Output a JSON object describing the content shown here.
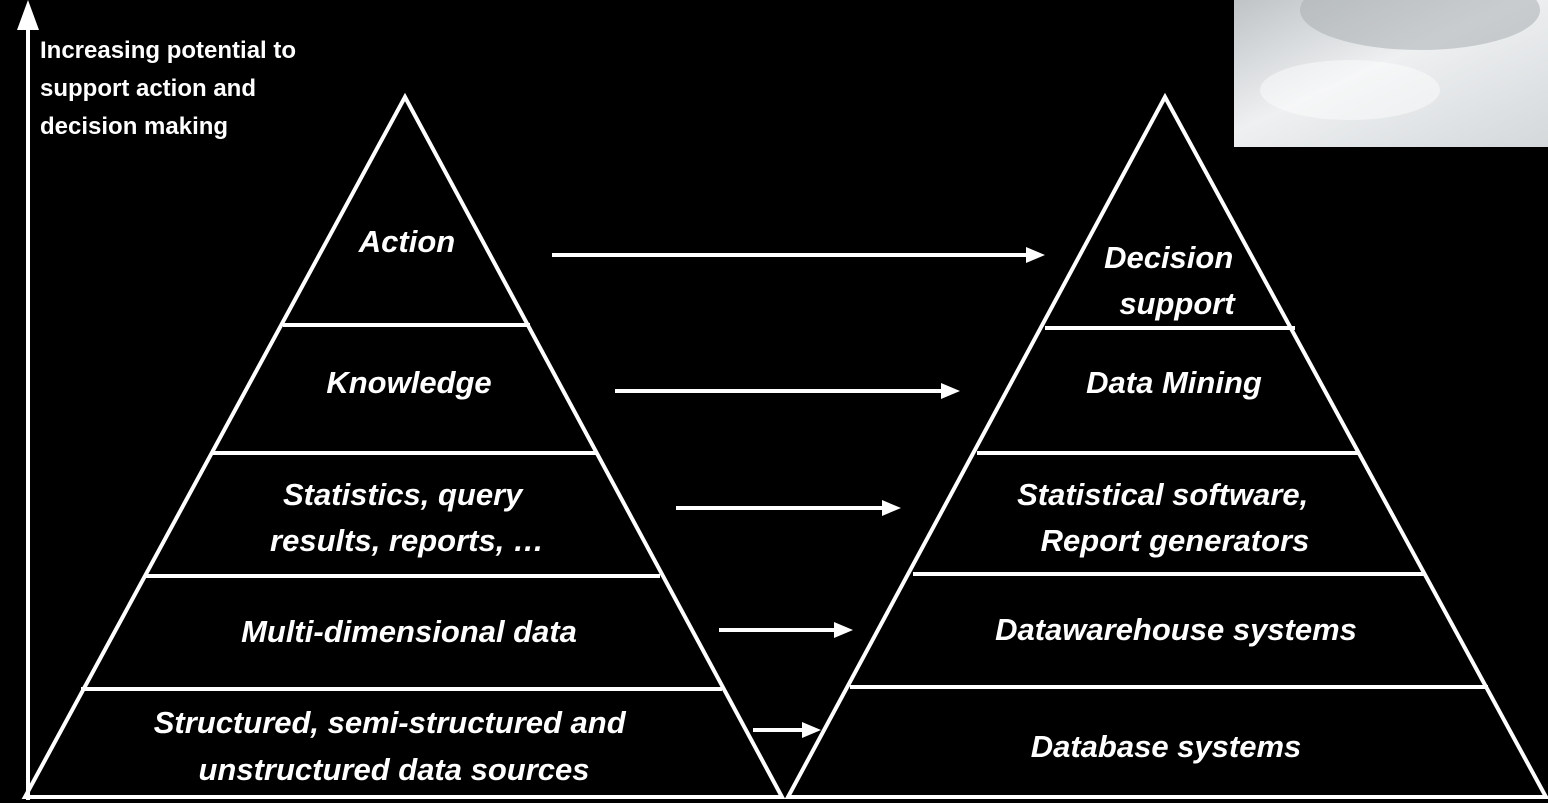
{
  "axis": {
    "label_lines": [
      "Increasing potential to",
      "support action and",
      "decision making"
    ]
  },
  "left_pyramid": {
    "layers": [
      {
        "lines": [
          "Action"
        ]
      },
      {
        "lines": [
          "Knowledge"
        ]
      },
      {
        "lines": [
          "Statistics, query",
          "results, reports, …"
        ]
      },
      {
        "lines": [
          "Multi-dimensional data"
        ]
      },
      {
        "lines": [
          "Structured, semi-structured and",
          "unstructured data sources"
        ]
      }
    ]
  },
  "right_pyramid": {
    "layers": [
      {
        "lines": [
          "Decision",
          "support"
        ]
      },
      {
        "lines": [
          "Data Mining"
        ]
      },
      {
        "lines": [
          "Statistical software,",
          "Report generators"
        ]
      },
      {
        "lines": [
          "Datawarehouse systems"
        ]
      },
      {
        "lines": [
          "Database systems"
        ]
      }
    ]
  },
  "colors": {
    "background": "#000000",
    "foreground": "#ffffff"
  }
}
